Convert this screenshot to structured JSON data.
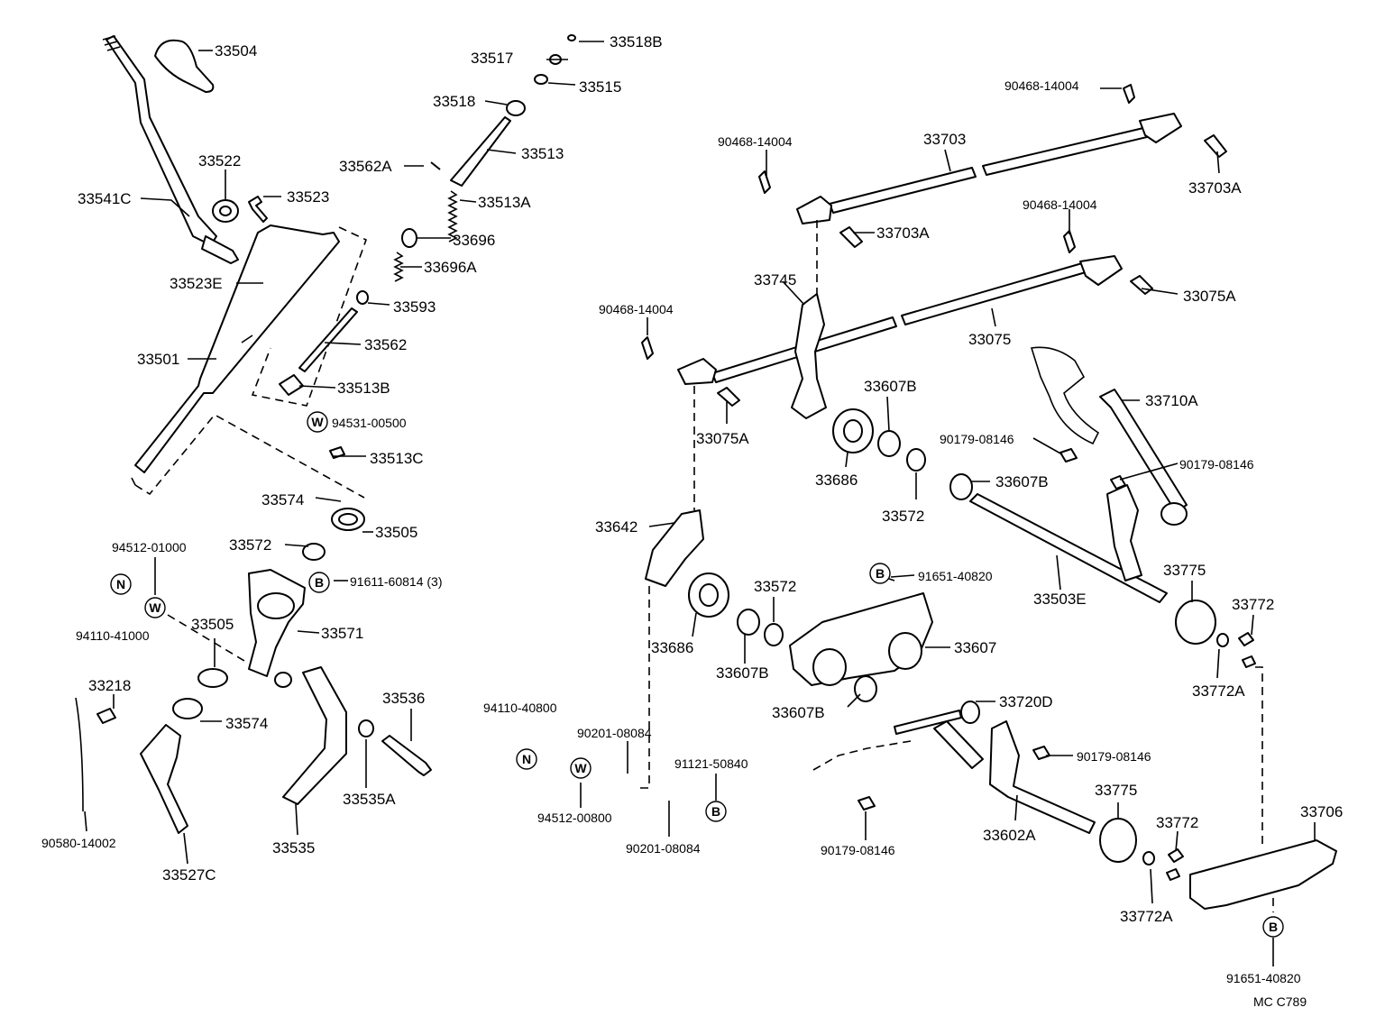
{
  "labels": {
    "p33504": "33504",
    "p33522": "33522",
    "p33523": "33523",
    "p33541C": "33541C",
    "p33523E": "33523E",
    "p33501": "33501",
    "p33517": "33517",
    "p33518B": "33518B",
    "p33515": "33515",
    "p33518": "33518",
    "p33513": "33513",
    "p33562A": "33562A",
    "p33513A": "33513A",
    "p33696": "33696",
    "p33696A": "33696A",
    "p33593": "33593",
    "p33562": "33562",
    "p33513B": "33513B",
    "p94531_00500": "94531-00500",
    "p33513C": "33513C",
    "p33574a": "33574",
    "p33505a": "33505",
    "p94512_01000": "94512-01000",
    "p33572a": "33572",
    "p91611": "91611-60814 (3)",
    "p94110_41000": "94110-41000",
    "p33505b": "33505",
    "p33571": "33571",
    "p33218": "33218",
    "p33574b": "33574",
    "p33536": "33536",
    "p33535A": "33535A",
    "p90580": "90580-14002",
    "p33527C": "33527C",
    "p33535": "33535",
    "p94110_40800": "94110-40800",
    "p90201a": "90201-08084",
    "p94512_00800": "94512-00800",
    "p91121": "91121-50840",
    "p90201b": "90201-08084",
    "p90468a": "90468-14004",
    "p90468b": "90468-14004",
    "p90468c": "90468-14004",
    "p90468d": "90468-14004",
    "p33703": "33703",
    "p33703Aa": "33703A",
    "p33703Ab": "33703A",
    "p33745": "33745",
    "p33075A_r": "33075A",
    "p33075": "33075",
    "p33075A_l": "33075A",
    "p33607Ba": "33607B",
    "p33686a": "33686",
    "p33572b": "33572",
    "p33710A": "33710A",
    "p90179a": "90179-08146",
    "p90179b": "90179-08146",
    "p33607Bb": "33607B",
    "p33642": "33642",
    "p91651a": "91651-40820",
    "p33572c": "33572",
    "p33686b": "33686",
    "p33607Bc": "33607B",
    "p33607": "33607",
    "p33503E": "33503E",
    "p33775a": "33775",
    "p33772a": "33772",
    "p33772Aa": "33772A",
    "p33607Bd": "33607B",
    "p33720D": "33720D",
    "p90179c": "90179-08146",
    "p90179d": "90179-08146",
    "p33602A": "33602A",
    "p33775b": "33775",
    "p33772b": "33772",
    "p33706": "33706",
    "p33772Ab": "33772A",
    "p91651b": "91651-40820",
    "code": "MC  C789"
  },
  "symbols": {
    "washer": "W",
    "nut": "N",
    "bolt": "B"
  }
}
